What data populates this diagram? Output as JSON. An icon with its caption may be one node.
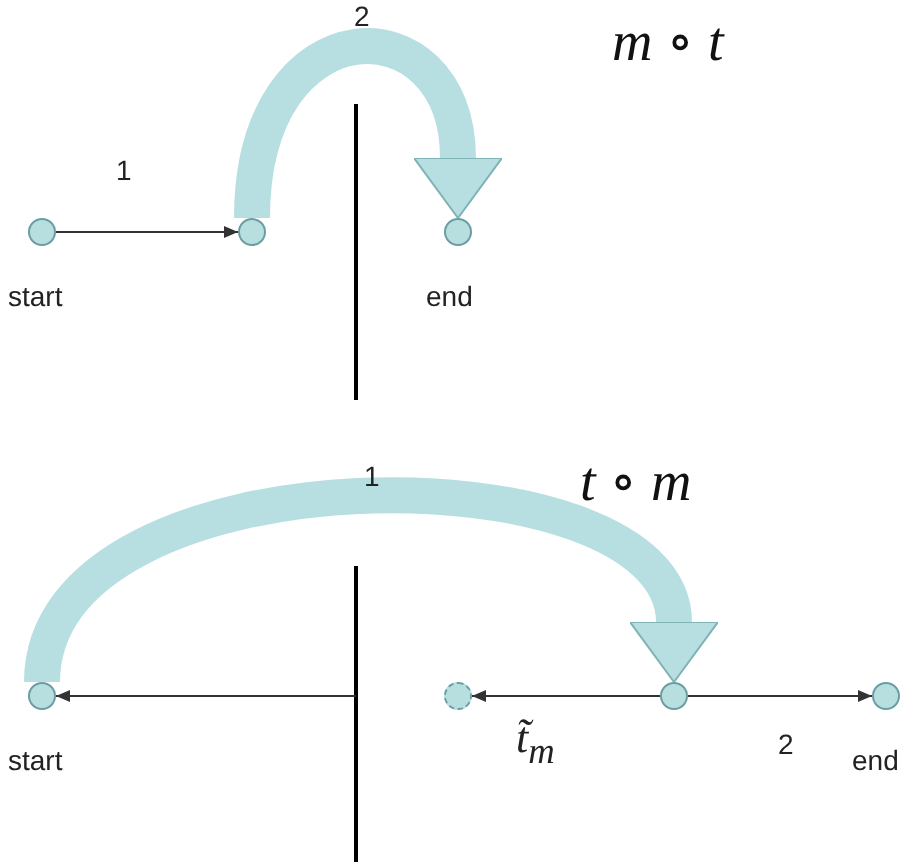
{
  "diagram": {
    "nodes": [
      {
        "text": [],
        "shape": "circle",
        "beside": [
          "start"
        ]
      },
      {
        "text": [],
        "shape": "circle"
      },
      {
        "text": [],
        "shape": "circle",
        "beside": [
          "end"
        ]
      },
      {
        "text": [],
        "shape": "circle",
        "beside": [
          "start"
        ]
      },
      {
        "text": [],
        "shape": "circle"
      },
      {
        "text": [],
        "shape": "circle"
      },
      {
        "text": [],
        "shape": "circle",
        "beside": [
          "end"
        ]
      }
    ],
    "edges": [
      {
        "from": 0,
        "to": 1,
        "arrow": "to",
        "label": "1"
      },
      {
        "from": 1,
        "to": 2,
        "arrow": "to",
        "label": "2",
        "style": "thick",
        "color": "#b7dfe2"
      },
      {
        "from": 3,
        "to": 5,
        "arrow": "to",
        "label": "1",
        "style": "thick",
        "color": "#b7dfe2"
      },
      {
        "from": null,
        "to": 3,
        "arrow": "to"
      },
      {
        "from": 5,
        "to": 4,
        "arrow": "to",
        "label": "t̃$_{m}$"
      },
      {
        "from": 5,
        "to": 6,
        "arrow": "to",
        "label": "2"
      }
    ],
    "labels": [
      "m ∘ t",
      "t ∘ m"
    ]
  }
}
